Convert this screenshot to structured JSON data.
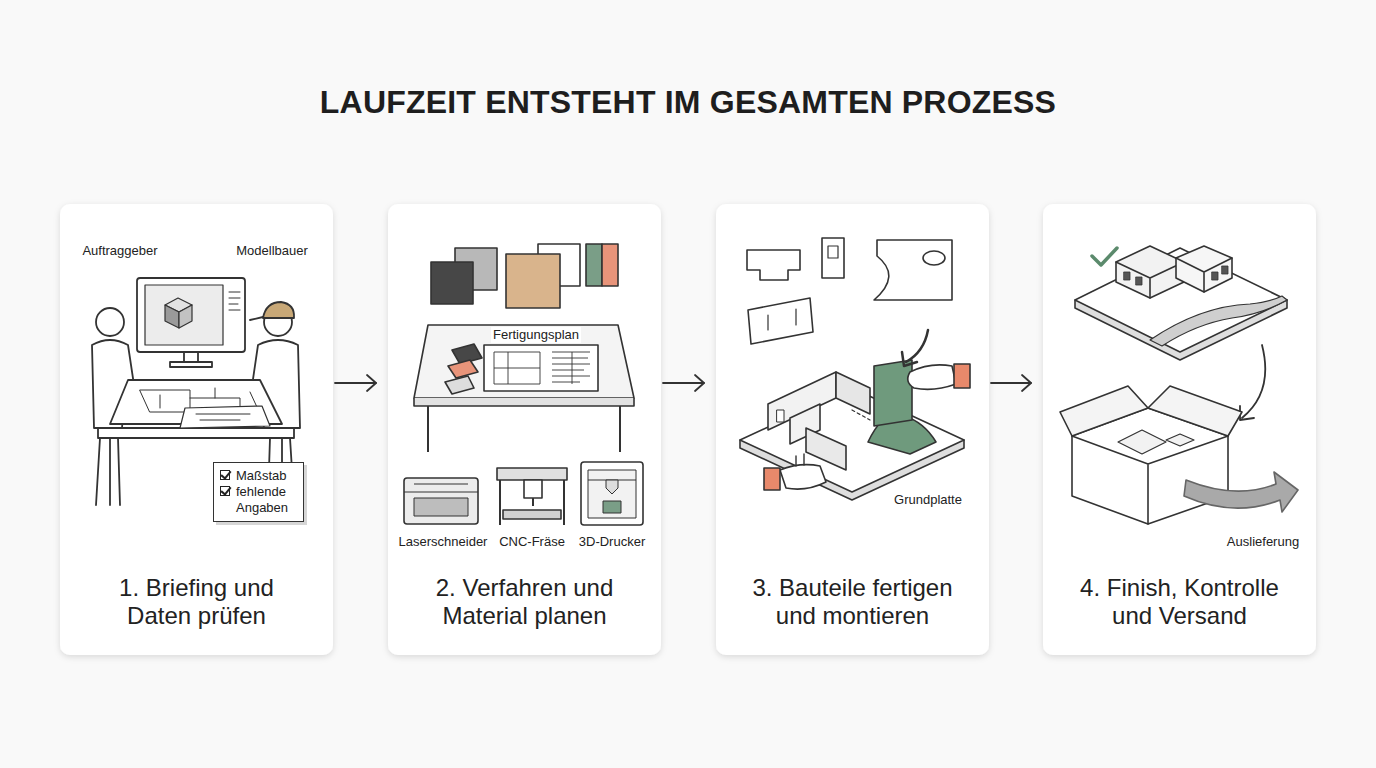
{
  "diagram": {
    "title": "LAUFZEIT ENTSTEHT IM GESAMTEN PROZESS",
    "nodes": [
      {
        "text": [
          "1. Briefing und Daten prüfen"
        ]
      },
      {
        "text": [
          "Maßstab",
          "fehlende Angaben"
        ],
        "in": 0
      },
      {
        "text": [
          "2. Verfahren und Material planen"
        ]
      },
      {
        "text": [
          "3. Bauteile fertigen und montieren"
        ]
      },
      {
        "text": [
          "4. Finish, Kontrolle und Versand"
        ]
      }
    ],
    "edges": [
      {
        "from": 0,
        "to": 2,
        "arrow": "to"
      },
      {
        "from": 2,
        "to": 3,
        "arrow": "to"
      },
      {
        "from": 3,
        "to": 4,
        "arrow": "to"
      }
    ],
    "labels": [
      "Auftraggeber",
      "Modellbauer",
      "Fertigungsplan",
      "Laserschneider",
      "CNC-Fräse",
      "3D-Drucker",
      "Grundplatte",
      "Auslieferung"
    ]
  }
}
